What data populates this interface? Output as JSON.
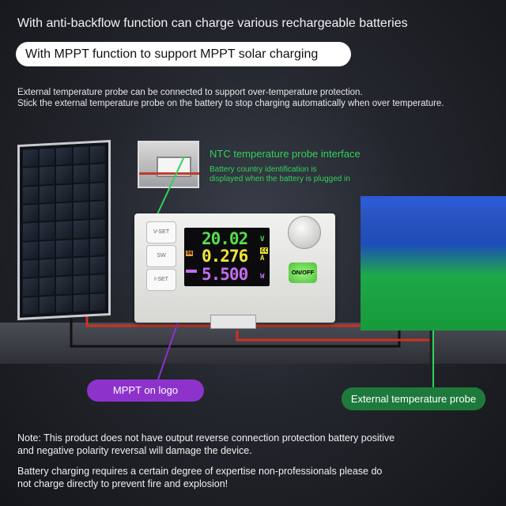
{
  "headline": "With anti-backflow function can charge various rechargeable batteries",
  "pill_top": "With MPPT function to support MPPT solar charging",
  "external_note": {
    "line1": "External temperature probe can be connected to support over-temperature protection.",
    "line2": "Stick the external temperature probe on the battery to stop charging automatically when over temperature."
  },
  "ntc": {
    "title": "NTC temperature probe interface",
    "sub1": "Battery country identification is",
    "sub2": "displayed when the battery is plugged in"
  },
  "device": {
    "buttons": [
      "V-SET",
      "SW",
      "I-SET"
    ],
    "on_badge": "ON",
    "cc_badge": "CC",
    "voltage": "20.02",
    "voltage_unit": "V",
    "current": "0.276",
    "current_unit": "A",
    "power": "5.500",
    "power_unit": "W",
    "onoff": "ON/OFF"
  },
  "labels": {
    "mppt_logo": "MPPT on logo",
    "probe": "External temperature probe"
  },
  "notes": {
    "line1": "Note: This product does not have output reverse connection protection battery positive",
    "line2": "and negative polarity reversal will damage the device.",
    "line3": "Battery charging requires a certain degree of expertise non-professionals please do",
    "line4": "not charge directly to prevent fire and explosion!"
  },
  "colors": {
    "ntc_green": "#2fd35a",
    "mppt_purple": "#8d33cc",
    "probe_green": "#1d7a3b",
    "wire_red": "#d0311f"
  }
}
